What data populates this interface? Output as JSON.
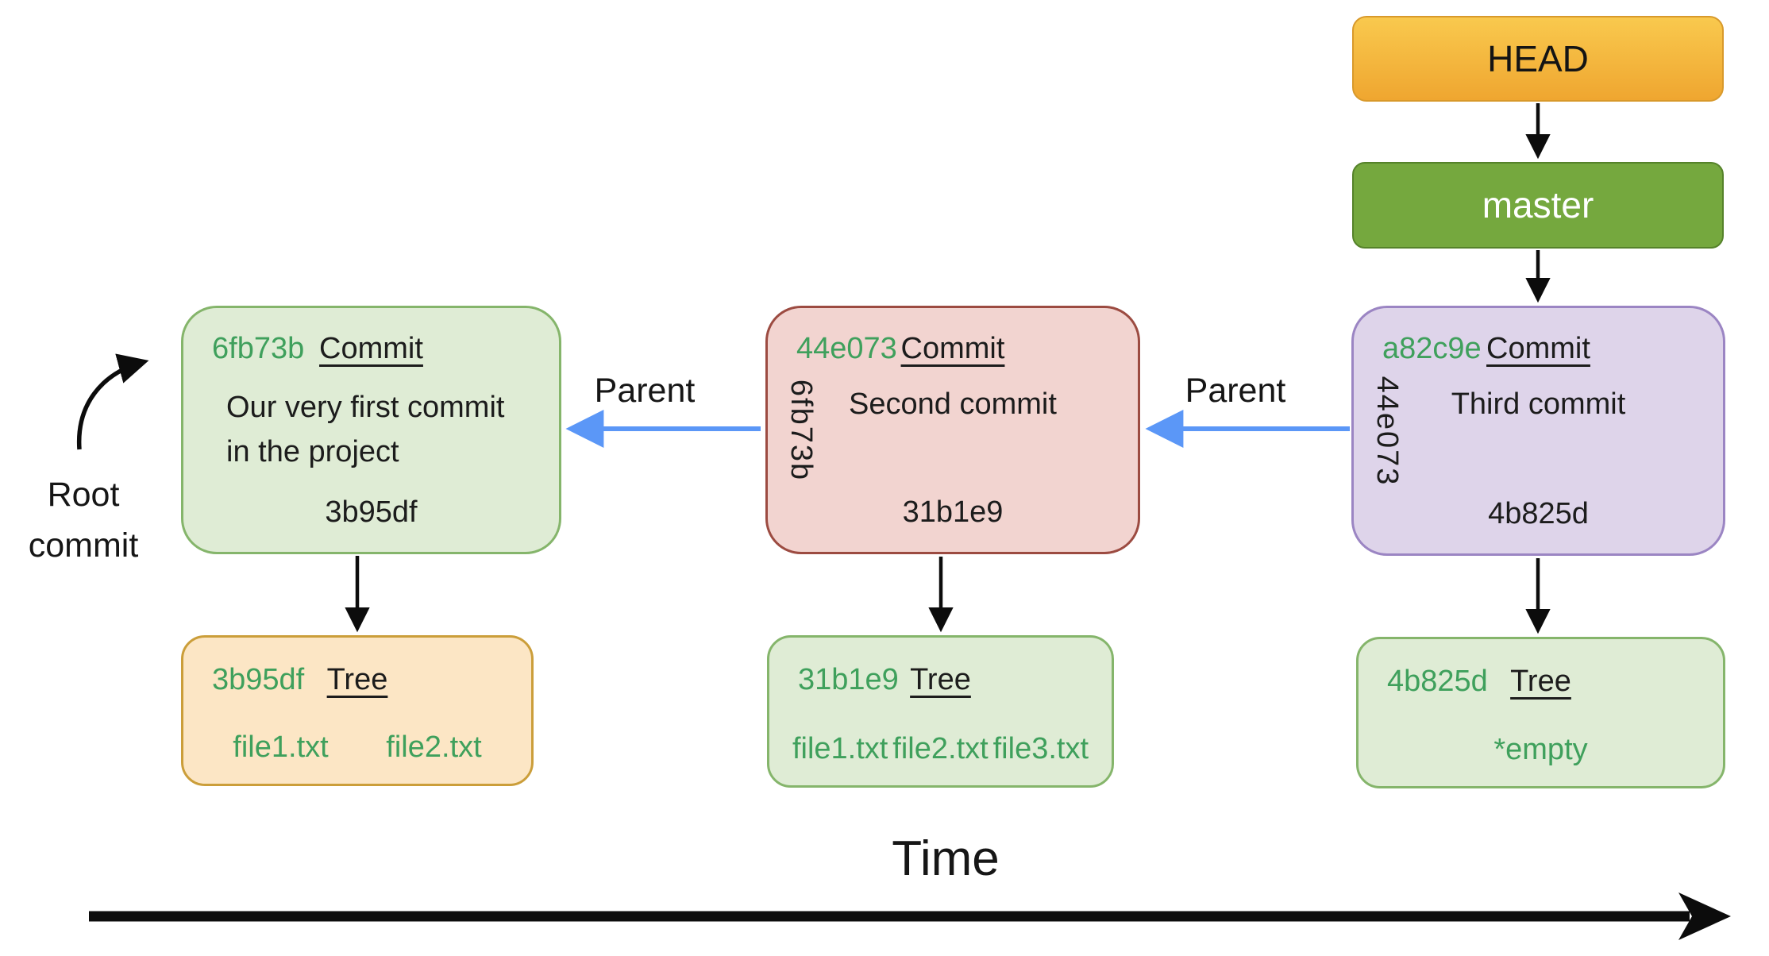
{
  "labels": {
    "head": "HEAD",
    "master": "master",
    "parent_left": "Parent",
    "parent_right": "Parent",
    "root_commit_line1": "Root",
    "root_commit_line2": "commit",
    "time_axis": "Time"
  },
  "commits": [
    {
      "hash": "6fb73b",
      "type_label": "Commit",
      "message_line1": "Our very first commit",
      "message_line2": "in the project",
      "tree_hash": "3b95df"
    },
    {
      "hash": "44e073",
      "type_label": "Commit",
      "parent_hash": "6fb73b",
      "message": "Second commit",
      "tree_hash": "31b1e9"
    },
    {
      "hash": "a82c9e",
      "type_label": "Commit",
      "parent_hash": "44e073",
      "message": "Third commit",
      "tree_hash": "4b825d"
    }
  ],
  "trees": [
    {
      "hash": "3b95df",
      "type_label": "Tree",
      "files": [
        "file1.txt",
        "file2.txt"
      ]
    },
    {
      "hash": "31b1e9",
      "type_label": "Tree",
      "files": [
        "file1.txt",
        "file2.txt",
        "file3.txt"
      ]
    },
    {
      "hash": "4b825d",
      "type_label": "Tree",
      "files": [
        "*empty"
      ]
    }
  ],
  "colors": {
    "head_gradient_top": "#f9c94e",
    "head_gradient_bottom": "#efa630",
    "head_border": "#d8992b",
    "master_fill": "#75a83e",
    "master_border": "#55822a",
    "master_text": "#ffffff",
    "commit_green_fill": "#dfecd5",
    "commit_green_border": "#85b56b",
    "commit_pink_fill": "#f2d4d0",
    "commit_pink_border": "#9c4b41",
    "commit_purple_fill": "#ded4ea",
    "commit_purple_border": "#9b85c3",
    "tree_orange_fill": "#fce6c5",
    "tree_orange_border": "#cb9e3a",
    "hash_text": "#3fa05c",
    "parent_arrow": "#5b97f7",
    "arrow_black": "#0c0c0c"
  }
}
